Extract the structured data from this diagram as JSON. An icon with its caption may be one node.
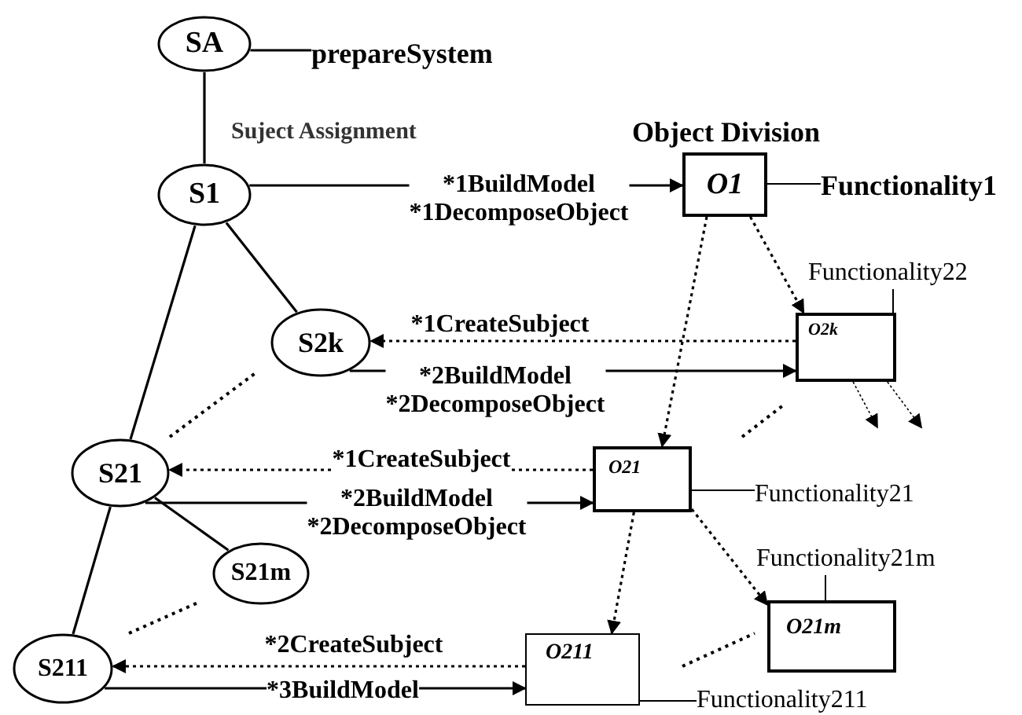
{
  "diagram": {
    "nodes": [
      {
        "text": [
          "SA"
        ]
      },
      {
        "text": [
          "prepareSystem"
        ]
      },
      {
        "text": [
          "S1"
        ]
      },
      {
        "text": [
          "S2k"
        ]
      },
      {
        "text": [
          "S21"
        ]
      },
      {
        "text": [
          "S21m"
        ]
      },
      {
        "text": [
          "S211"
        ]
      },
      {
        "text": [
          "O1"
        ]
      },
      {
        "text": [
          "O2k"
        ]
      },
      {
        "text": [
          "O21"
        ]
      },
      {
        "text": [
          "O21m"
        ]
      },
      {
        "text": [
          "O211"
        ]
      },
      {
        "text": [
          "Functionality1"
        ]
      },
      {
        "text": [
          "Functionality22"
        ]
      },
      {
        "text": [
          "Functionality21"
        ]
      },
      {
        "text": [
          "Functionality21m"
        ]
      },
      {
        "text": [
          "Functionality211"
        ]
      }
    ],
    "edges": [
      {
        "from": 0,
        "to": 1,
        "arrow": "none"
      },
      {
        "from": 0,
        "to": 2,
        "arrow": "none"
      },
      {
        "from": 2,
        "to": 3,
        "arrow": "none"
      },
      {
        "from": 2,
        "to": 4,
        "arrow": "none"
      },
      {
        "from": 4,
        "to": 5,
        "arrow": "none"
      },
      {
        "from": 4,
        "to": 6,
        "arrow": "none"
      },
      {
        "from": 2,
        "to": 7,
        "arrow": "to",
        "label": "*1BuildModel *1DecomposeObject"
      },
      {
        "from": 8,
        "to": 3,
        "arrow": "to",
        "label": "*1CreateSubject",
        "style": "dashed"
      },
      {
        "from": 3,
        "to": 8,
        "arrow": "to",
        "label": "*2BuildModel *2DecomposeObject"
      },
      {
        "from": 9,
        "to": 4,
        "arrow": "to",
        "label": "*1CreateSubject",
        "style": "dashed"
      },
      {
        "from": 4,
        "to": 9,
        "arrow": "to",
        "label": "*2BuildModel *2DecomposeObject"
      },
      {
        "from": 11,
        "to": 6,
        "arrow": "to",
        "label": "*2CreateSubject",
        "style": "dashed"
      },
      {
        "from": 6,
        "to": 11,
        "arrow": "to",
        "label": "*3BuildModel"
      },
      {
        "from": 7,
        "to": 8,
        "arrow": "to",
        "style": "dashed"
      },
      {
        "from": 7,
        "to": 9,
        "arrow": "to",
        "style": "dashed"
      },
      {
        "from": 9,
        "to": 10,
        "arrow": "to",
        "style": "dashed"
      },
      {
        "from": 9,
        "to": 11,
        "arrow": "to",
        "style": "dashed"
      },
      {
        "from": 8,
        "to": null,
        "arrow": "to",
        "style": "dashed"
      },
      {
        "from": 8,
        "to": null,
        "arrow": "to",
        "style": "dashed"
      },
      {
        "from": 7,
        "to": 12,
        "arrow": "none"
      },
      {
        "from": 8,
        "to": 13,
        "arrow": "none"
      },
      {
        "from": 9,
        "to": 14,
        "arrow": "none"
      },
      {
        "from": 10,
        "to": 15,
        "arrow": "none"
      },
      {
        "from": 11,
        "to": 16,
        "arrow": "none"
      }
    ],
    "labels": [
      "Suject Assignment",
      "Object Division"
    ]
  }
}
